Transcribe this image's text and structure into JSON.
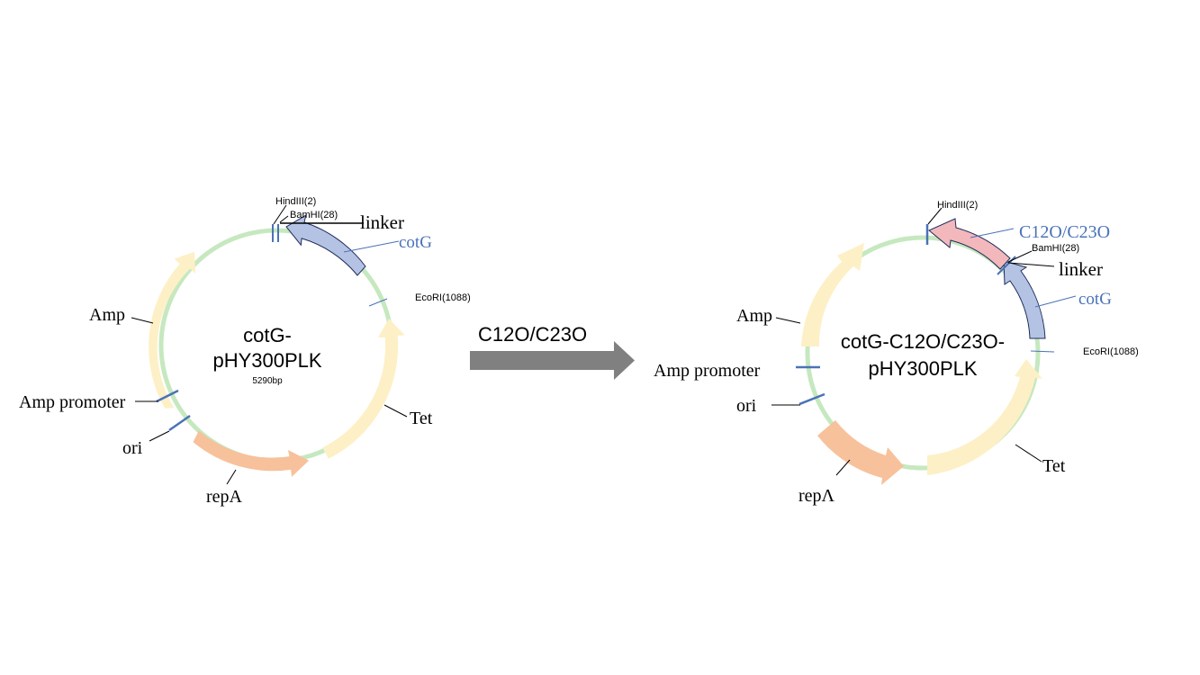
{
  "plasmid_left": {
    "name_line1": "cotG-",
    "name_line2": "pHY300PLK",
    "size": "5290bp",
    "sites": {
      "hindiii": "HindIII(2)",
      "bamhi": "BamHI(28)",
      "ecori": "EcoRI(1088)"
    },
    "features": {
      "linker": "linker",
      "cotg": "cotG",
      "amp": "Amp",
      "amp_promoter": "Amp promoter",
      "ori": "ori",
      "repa": "repA",
      "tet": "Tet"
    }
  },
  "transform_arrow": {
    "label": "C12O/C23O"
  },
  "plasmid_right": {
    "name_line1": "cotG-C12O/C23O-",
    "name_line2": "pHY300PLK",
    "sites": {
      "hindiii": "HindIII(2)",
      "bamhi": "BamHI(28)",
      "ecori": "EcoRI(1088)"
    },
    "features": {
      "c12o": "C12O/C23O",
      "linker": "linker",
      "cotg": "cotG",
      "amp": "Amp",
      "amp_promoter": "Amp promoter",
      "ori": "ori",
      "repa": "repΛ",
      "tet": "Tet"
    }
  },
  "colors": {
    "backbone": "#c6e8bf",
    "amp_tet": "#fdf0c6",
    "repa": "#f7c19b",
    "cotg": "#b4c3e3",
    "c12o": "#f2b8bc",
    "site_marker": "#4a72b8",
    "blue_text": "#4a72b8",
    "arrow": "#808080"
  }
}
